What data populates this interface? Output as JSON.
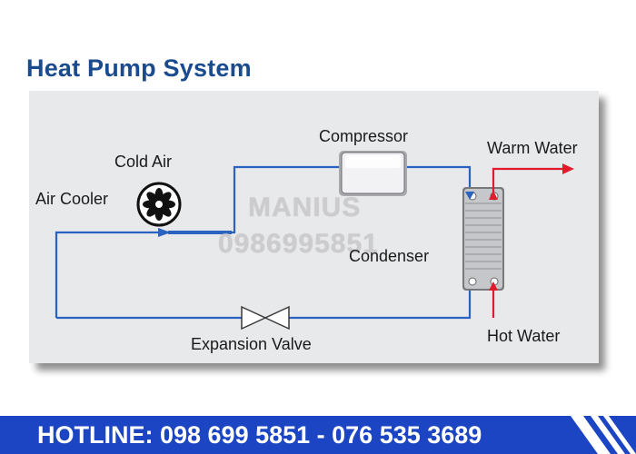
{
  "title": "Heat Pump System",
  "labels": {
    "compressor": "Compressor",
    "warm_water": "Warm Water",
    "cold_air": "Cold Air",
    "air_cooler": "Air Cooler",
    "condenser": "Condenser",
    "expansion_valve": "Expansion Valve",
    "hot_water": "Hot Water"
  },
  "watermark": {
    "name": "MANIUS",
    "phone": "0986995851"
  },
  "hotline": {
    "text": "HOTLINE: 098 699 5851 - 076 535 3689"
  },
  "colors": {
    "pipe_blue": "#2a62c2",
    "arrow_red": "#e11b2c",
    "title_blue": "#1b4b8f",
    "hotline_bg": "#1c45c4"
  }
}
